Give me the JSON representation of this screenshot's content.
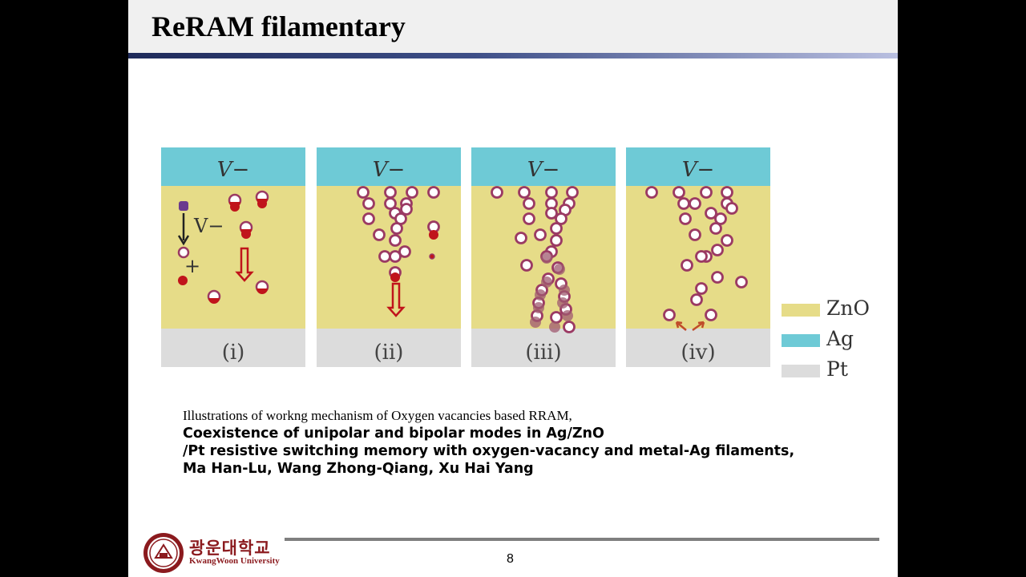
{
  "slide": {
    "title": "ReRAM filamentary",
    "page_number": "8"
  },
  "figure": {
    "panels": [
      {
        "top_label": "V−",
        "bottom_label": "(i)",
        "field_label": "V−",
        "field_plus": "+"
      },
      {
        "top_label": "V−",
        "bottom_label": "(ii)"
      },
      {
        "top_label": "V−",
        "bottom_label": "(iii)"
      },
      {
        "top_label": "V−",
        "bottom_label": "(iv)"
      }
    ],
    "legend": [
      {
        "label": "ZnO",
        "color": "#e6dc88"
      },
      {
        "label": "Ag",
        "color": "#6ecad6"
      },
      {
        "label": "Pt",
        "color": "#dcdcdc"
      }
    ]
  },
  "caption": {
    "line1": "Illustrations of workng mechanism of Oxygen vacancies based RRAM,",
    "line2": "Coexistence of unipolar and bipolar modes in Ag/ZnO",
    "line3": "/Pt resistive switching memory with oxygen-vacancy and metal-Ag filaments,",
    "line4": "Ma Han-Lu, Wang Zhong-Qiang, Xu Hai Yang"
  },
  "footer": {
    "university_kr": "광운대학교",
    "university_en": "KwangWoon University"
  },
  "colors": {
    "zno": "#e6dc88",
    "ag": "#6ecad6",
    "pt": "#dcdcdc",
    "vacancy_ring": "#9b3a63",
    "ion_red": "#c0141b",
    "accent_navy": "#1e2a5a",
    "brand_maroon": "#8b1a1e"
  }
}
